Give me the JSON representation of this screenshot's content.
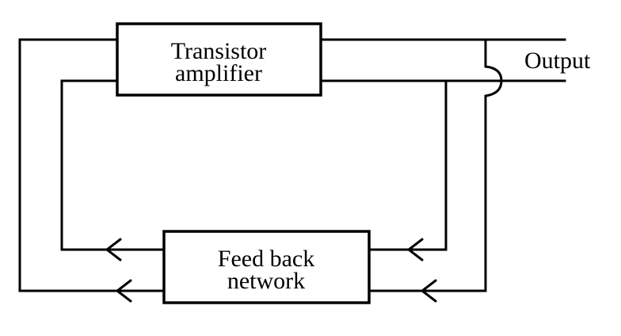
{
  "diagram": {
    "amplifier_block": {
      "line1": "Transistor",
      "line2": "amplifier"
    },
    "feedback_block": {
      "line1": "Feed back",
      "line2": "network"
    },
    "output_label": "Output"
  }
}
